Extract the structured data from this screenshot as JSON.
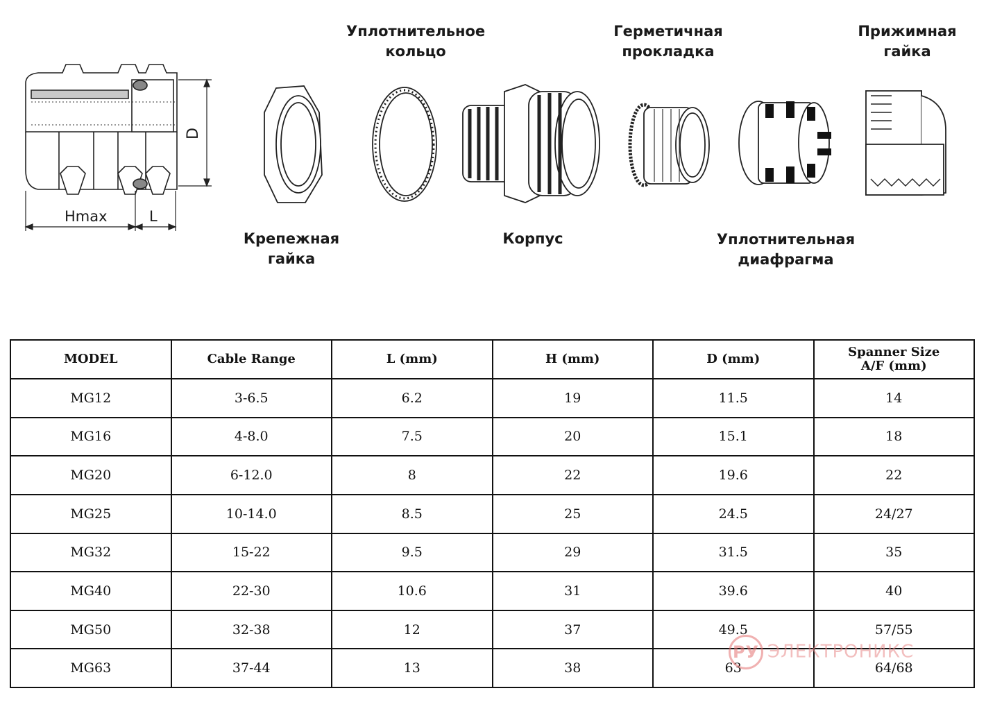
{
  "diagram": {
    "dimension_labels": {
      "height": "D",
      "hmax": "Hmax",
      "length": "L"
    },
    "labels": {
      "sealing_ring": [
        "Уплотнительное",
        "кольцо"
      ],
      "gasket": [
        "Герметичная",
        "прокладка"
      ],
      "pressure_nut": [
        "Прижимная",
        "гайка"
      ],
      "mounting_nut": [
        "Крепежная",
        "гайка"
      ],
      "body": [
        "Корпус"
      ],
      "seal_diaphragm": [
        "Уплотнительная",
        "диафрагма"
      ]
    }
  },
  "table": {
    "headers": [
      "MODEL",
      "Cable Range",
      "L (mm)",
      "H (mm)",
      "D (mm)",
      "Spanner Size A/F (mm)"
    ],
    "rows": [
      [
        "MG12",
        "3-6.5",
        "6.2",
        "19",
        "11.5",
        "14"
      ],
      [
        "MG16",
        "4-8.0",
        "7.5",
        "20",
        "15.1",
        "18"
      ],
      [
        "MG20",
        "6-12.0",
        "8",
        "22",
        "19.6",
        "22"
      ],
      [
        "MG25",
        "10-14.0",
        "8.5",
        "25",
        "24.5",
        "24/27"
      ],
      [
        "MG32",
        "15-22",
        "9.5",
        "29",
        "31.5",
        "35"
      ],
      [
        "MG40",
        "22-30",
        "10.6",
        "31",
        "39.6",
        "40"
      ],
      [
        "MG50",
        "32-38",
        "12",
        "37",
        "49.5",
        "57/55"
      ],
      [
        "MG63",
        "37-44",
        "13",
        "38",
        "63",
        "64/68"
      ]
    ]
  },
  "watermark": {
    "logo": "РУ",
    "text": "ЭЛЕКТРОНИКС"
  }
}
